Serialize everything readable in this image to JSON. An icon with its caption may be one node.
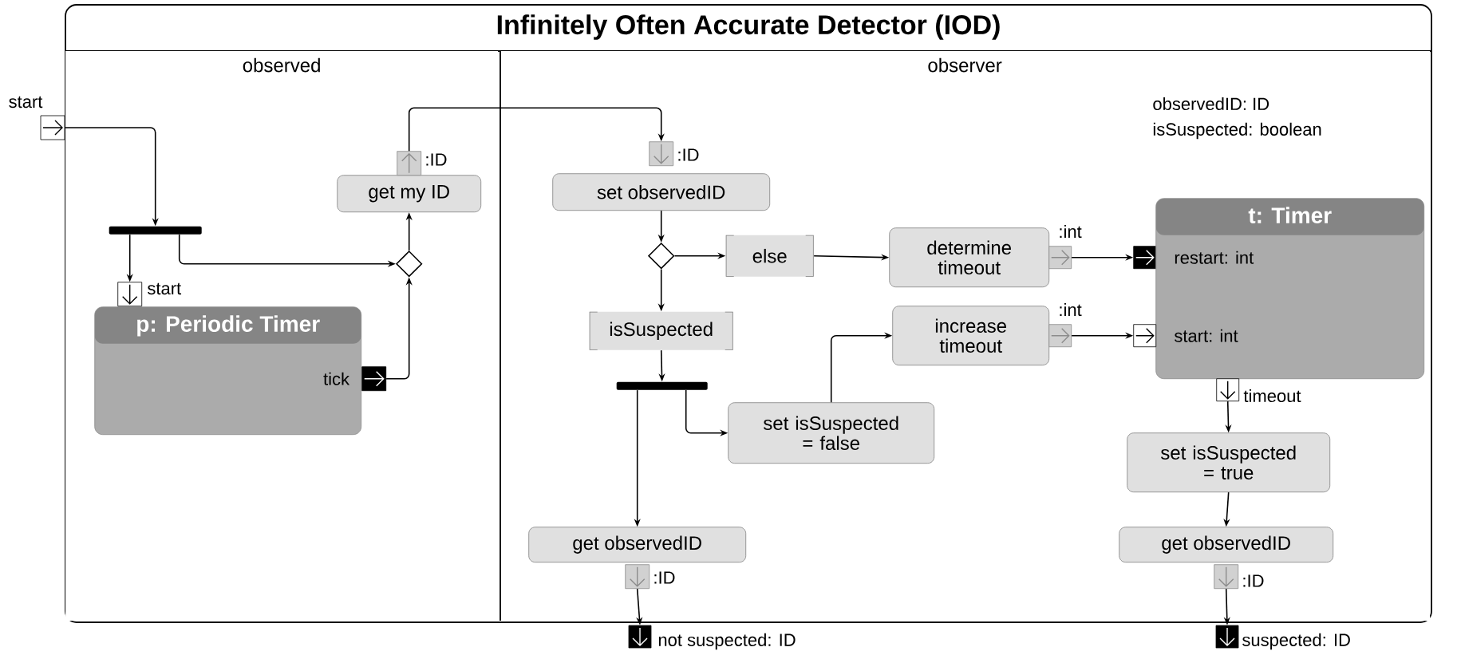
{
  "diagram": {
    "nodes": [
      {
        "text": [
          "Infinitely Often Accurate Detector (IOD)"
        ]
      },
      {
        "text": [
          "observed"
        ],
        "in": 0
      },
      {
        "text": [
          "observer"
        ],
        "in": 0
      },
      {
        "text": [],
        "shape": "box",
        "beside": [
          "start"
        ]
      },
      {
        "text": [],
        "shape": "bar",
        "in": 1
      },
      {
        "text": [
          "p: Periodic Timer",
          "tick"
        ],
        "in": 1
      },
      {
        "text": [],
        "shape": "box",
        "beside": [
          "start"
        ],
        "in": 1
      },
      {
        "text": [],
        "shape": "box",
        "in": 1
      },
      {
        "text": [],
        "shape": "diamond",
        "in": 1
      },
      {
        "text": [
          "get my ID"
        ],
        "in": 1
      },
      {
        "text": [],
        "shape": "box",
        "beside": [
          ":ID"
        ],
        "in": 1
      },
      {
        "text": [],
        "shape": "box",
        "beside": [
          ":ID"
        ],
        "in": 2
      },
      {
        "text": [
          "set observedID"
        ],
        "in": 2
      },
      {
        "text": [],
        "shape": "diamond",
        "in": 2
      },
      {
        "text": [
          "else"
        ],
        "in": 2
      },
      {
        "text": [
          "determine timeout"
        ],
        "in": 2
      },
      {
        "text": [],
        "shape": "box",
        "beside": [
          ":int"
        ],
        "in": 2
      },
      {
        "text": [
          "isSuspected"
        ],
        "in": 2
      },
      {
        "text": [
          "increase timeout"
        ],
        "in": 2
      },
      {
        "text": [],
        "shape": "box",
        "beside": [
          ":int"
        ],
        "in": 2
      },
      {
        "text": [],
        "shape": "box",
        "in": 2
      },
      {
        "text": [
          "t: Timer",
          "restart: int",
          "start: int"
        ],
        "in": 2
      },
      {
        "text": [],
        "shape": "box",
        "in": 2
      },
      {
        "text": [],
        "shape": "bar",
        "in": 2
      },
      {
        "text": [
          "set isSuspected = false"
        ],
        "in": 2
      },
      {
        "text": [],
        "shape": "box",
        "beside": [
          "timeout"
        ],
        "in": 2
      },
      {
        "text": [
          "set isSuspected = true"
        ],
        "in": 2
      },
      {
        "text": [
          "get observedID"
        ],
        "in": 2
      },
      {
        "text": [
          "get observedID"
        ],
        "in": 2
      },
      {
        "text": [],
        "shape": "box",
        "beside": [
          ":ID"
        ],
        "in": 2
      },
      {
        "text": [],
        "shape": "box",
        "beside": [
          ":ID"
        ],
        "in": 2
      },
      {
        "text": [],
        "shape": "box",
        "beside": [
          "not suspected: ID"
        ]
      },
      {
        "text": [],
        "shape": "box",
        "beside": [
          "suspected: ID"
        ]
      }
    ],
    "edges": [
      {
        "from": 3,
        "to": 4,
        "arrow": "to"
      },
      {
        "from": 4,
        "to": 6,
        "arrow": "to"
      },
      {
        "from": 4,
        "to": 8,
        "arrow": "to"
      },
      {
        "from": 7,
        "to": 8,
        "arrow": "to"
      },
      {
        "from": 8,
        "to": 9,
        "arrow": "to"
      },
      {
        "from": 10,
        "to": 11,
        "arrow": "to"
      },
      {
        "from": 12,
        "to": 13,
        "arrow": "to"
      },
      {
        "from": 13,
        "to": 14,
        "arrow": "to"
      },
      {
        "from": 14,
        "to": 15,
        "arrow": "to"
      },
      {
        "from": 13,
        "to": 17,
        "arrow": "to"
      },
      {
        "from": 17,
        "to": 23,
        "arrow": "to"
      },
      {
        "from": 23,
        "to": 24,
        "arrow": "to"
      },
      {
        "from": 23,
        "to": 28,
        "arrow": "to"
      },
      {
        "from": 24,
        "to": 18,
        "arrow": "to"
      },
      {
        "from": 16,
        "to": 20,
        "arrow": "to"
      },
      {
        "from": 19,
        "to": 22,
        "arrow": "to"
      },
      {
        "from": 25,
        "to": 26,
        "arrow": "to"
      },
      {
        "from": 26,
        "to": 27,
        "arrow": "to"
      },
      {
        "from": 29,
        "to": 31,
        "arrow": "to"
      },
      {
        "from": 30,
        "to": 32,
        "arrow": "to"
      }
    ],
    "labels": [
      "observedID: ID",
      "isSuspected: boolean"
    ]
  }
}
